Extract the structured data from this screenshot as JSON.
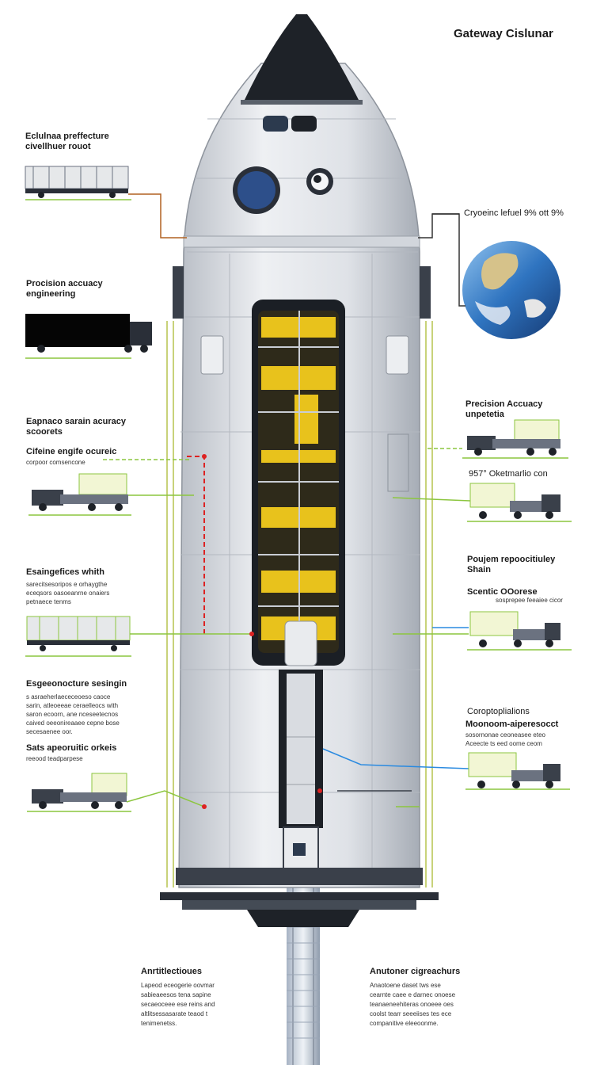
{
  "header": {
    "title": "Gateway Cislunar"
  },
  "left_labels": [
    {
      "title": "Eclulnaa preffecture\ncivellhuer rouot",
      "sub": ""
    },
    {
      "title": "Procision accuacy\nengineering",
      "sub": ""
    },
    {
      "title": "Eapnaco sarain acuracy\nscoorets",
      "sub": ""
    },
    {
      "title": "Cifeine engife ocureic",
      "sub": "corpoor comsencone"
    },
    {
      "title": "Esaingefices whith",
      "sub": "sarecitsesoripos e orhaygthe\neceqsors oasoeanrne onaiers\npetnaece tenms"
    },
    {
      "title": "Esgeeonocture sesingin",
      "sub": "s asraeherlaececeoeso caoce\nsarin, atleoeeae ceraelleocs with\nsaron ecoorn, ane nceseetecnos\ncaived oeeonireaaee cepne bose\nsecesaenee oor."
    },
    {
      "title": "Sats apeoruitic orkeis",
      "sub": "reeood teadparpese"
    }
  ],
  "right_labels": [
    {
      "title": "Cryoeinc lefuel 9% ott 9%",
      "sub": ""
    },
    {
      "title": "Precision Accuacy\nunpetetia",
      "sub": ""
    },
    {
      "title": "957° Oketmarlio con",
      "sub": ""
    },
    {
      "title": "Poujem repoocitiuley\nShain",
      "sub": ""
    },
    {
      "title": "Scentic OOorese",
      "sub": "sosprepee feeaiee cicor"
    },
    {
      "title": "Coroptoplialions",
      "sub": ""
    },
    {
      "title": "Moonoom-aiperesocct",
      "sub": "sosornonae ceoneasee eteo\nAceecte ts eed oome ceom"
    }
  ],
  "bottom": [
    {
      "title": "Anrtitlectioues",
      "text": "Lapeod eceogerie oovmar\nsabieaeesos tena sapine\nsecaeoceee ese reins and\naltlitsessasarate teaod t\ntenimenetss."
    },
    {
      "title": "Anutoner cigreachurs",
      "text": "Anaotoene daset tws ese\ncearnte caee e darnec onoese\nteanaeneehiteras onoeee oes\ncoolst tearr seeeiises tes ece\ncompanitive eleeoonme."
    }
  ],
  "colors": {
    "hull": "#e4e6ea",
    "nose": "#1e2228",
    "callout_orange": "#b06020",
    "callout_dark": "#333333",
    "callout_green": "#8cc63f",
    "callout_red": "#dd2222",
    "callout_blue": "#2a8ae0",
    "interior_yellow": "#e8c21c"
  }
}
